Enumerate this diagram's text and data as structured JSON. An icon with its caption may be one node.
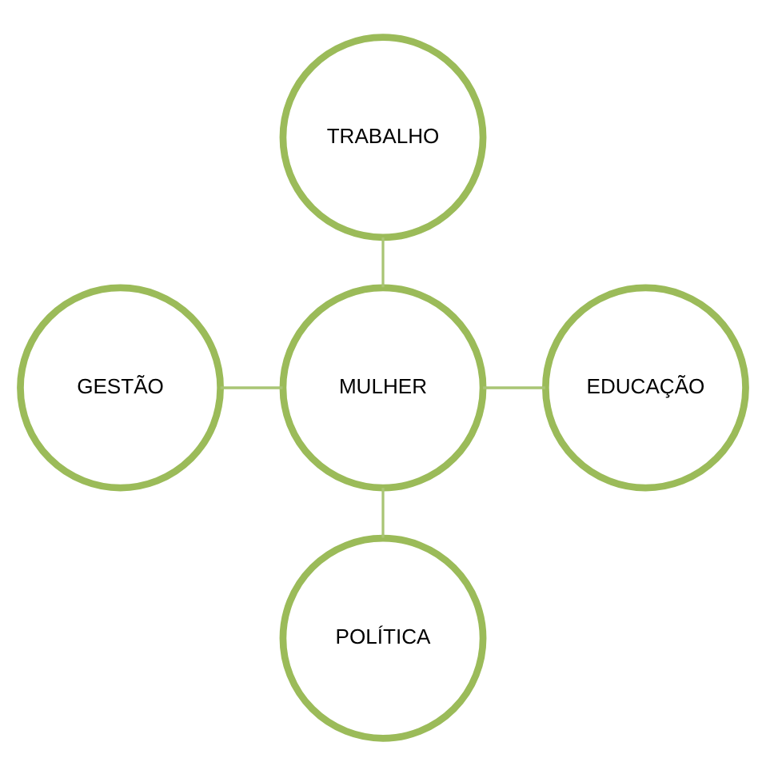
{
  "diagram": {
    "nodes": [
      {
        "text": [
          "TRABALHO"
        ]
      },
      {
        "text": [
          "GESTÃO"
        ]
      },
      {
        "text": [
          "MULHER"
        ]
      },
      {
        "text": [
          "EDUCAÇÃO"
        ]
      },
      {
        "text": [
          "POLÍTICA"
        ]
      }
    ],
    "edges": [
      {
        "from": 0,
        "to": 2,
        "arrow": "none"
      },
      {
        "from": 1,
        "to": 2,
        "arrow": "none"
      },
      {
        "from": 2,
        "to": 3,
        "arrow": "none"
      },
      {
        "from": 2,
        "to": 4,
        "arrow": "none"
      }
    ]
  }
}
